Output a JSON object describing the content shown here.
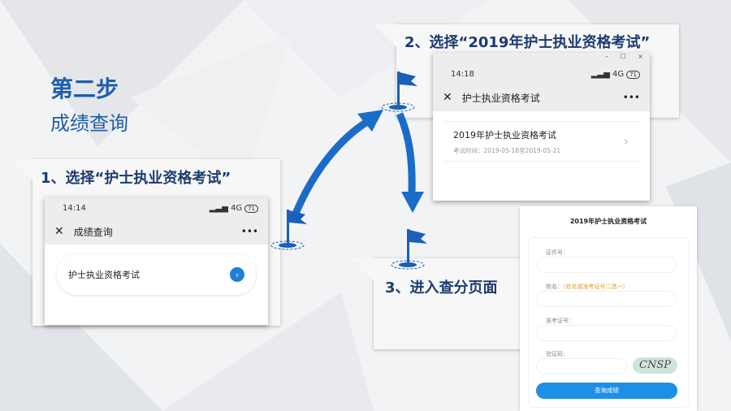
{
  "heading": {
    "step": "第二步",
    "subtitle": "成绩查询"
  },
  "callout1": {
    "title": "1、选择“护士执业资格考试”",
    "phone": {
      "time": "14:14",
      "signal": "4G",
      "battery": "71",
      "header": "成绩查询",
      "item": "护士执业资格考试"
    }
  },
  "callout2": {
    "title": "2、选择“2019年护士执业资格考试”",
    "phone": {
      "window_controls": [
        "–",
        "☐",
        "×"
      ],
      "time": "14:18",
      "signal": "4G",
      "battery": "71",
      "header": "护士执业资格考试",
      "item_title": "2019年护士执业资格考试",
      "item_date": "考试时间：2019-05-18至2019-05-21"
    }
  },
  "callout3": {
    "title": "3、进入查分页面"
  },
  "form": {
    "title": "2019年护士执业资格考试",
    "id_label": "证件号：",
    "name_label": "姓名：",
    "name_hint": "（姓名或准考证号二选一）",
    "ticket_label": "准考证号：",
    "captcha_label": "验证码：",
    "captcha_text": "CNSP",
    "submit": "查询成绩"
  },
  "colors": {
    "accent": "#1f5ea8",
    "button": "#1e8fe6",
    "flag": "#1a5fb8"
  }
}
